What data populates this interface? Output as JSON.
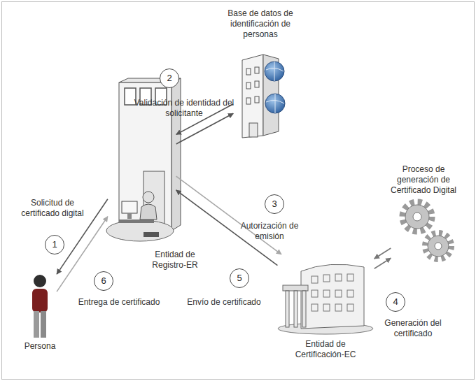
{
  "diagram": {
    "nodes": [
      {
        "text": [
          "Base de datos de identificación de personas"
        ]
      },
      {
        "text": [
          "Entidad de Registro-ER"
        ]
      },
      {
        "text": [
          "Proceso de generación de Certificado Digital"
        ]
      },
      {
        "text": [
          "Persona"
        ]
      },
      {
        "text": [
          "Entidad de Certificación-EC"
        ]
      }
    ],
    "edges": [
      {
        "from": 3,
        "to": 1,
        "arrow": "to",
        "label": "Solicitud de certificado digital"
      },
      {
        "from": 1,
        "to": 3,
        "arrow": "to",
        "label": "Entrega de certificado"
      },
      {
        "from": 1,
        "to": 0,
        "arrow": "to",
        "label": "Validación de identidad del solicitante"
      },
      {
        "from": 0,
        "to": 1,
        "arrow": "to"
      },
      {
        "from": 1,
        "to": 4,
        "arrow": "to",
        "label": "Autorización de emisión"
      },
      {
        "from": 4,
        "to": 1,
        "arrow": "to",
        "label": "Envío de certificado"
      },
      {
        "from": 4,
        "to": 2,
        "arrow": "to"
      },
      {
        "from": 2,
        "to": 4,
        "arrow": "to",
        "label": "Generación del certificado"
      }
    ],
    "labels": [
      "1",
      "2",
      "3",
      "4",
      "5",
      "6"
    ]
  }
}
